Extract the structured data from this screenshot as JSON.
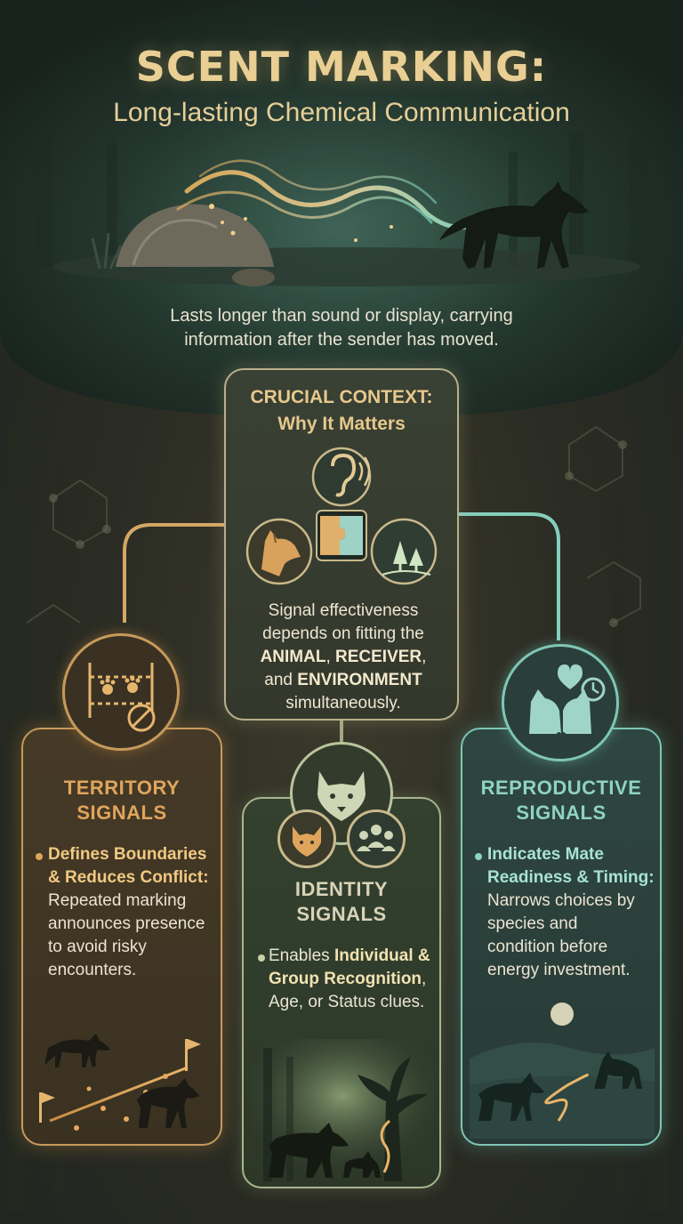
{
  "header": {
    "title": "SCENT MARKING:",
    "subtitle": "Long-lasting Chemical Communication",
    "intro_line1": "Lasts longer than sound or display, carrying",
    "intro_line2": "information after the sender has moved."
  },
  "context_card": {
    "title_line1": "CRUCIAL CONTEXT:",
    "title_line2": "Why It Matters",
    "body": {
      "p1": "Signal effectiveness depends on fitting the",
      "animal": "ANIMAL",
      "sep1": ", ",
      "receiver": "RECEIVER",
      "sep2": ",",
      "and": "and",
      "environment": "ENVIRONMENT",
      "p2": "simultaneously."
    },
    "icons": [
      "ear-icon",
      "puzzle-icon",
      "wolf-head-icon",
      "trees-icon"
    ]
  },
  "territory_card": {
    "title_line1": "TERRITORY",
    "title_line2": "SIGNALS",
    "bullet_heading_line1": "Defines Boundaries",
    "bullet_heading_line2": "& Reduces Conflict:",
    "text_line1": "Repeated marking",
    "text_line2": "announces presence",
    "text_line3": "to avoid risky",
    "text_line4": "encounters.",
    "accent": "#c79a5b",
    "title_color": "#e0a55c"
  },
  "identity_card": {
    "title_line1": "IDENTITY",
    "title_line2": "SIGNALS",
    "text_prefix": "Enables",
    "text_hl1": "Individual &",
    "text_hl2": "Group Recognition",
    "text_line3_suffix": ",",
    "text_line4": "Age, or Status clues.",
    "accent": "#a8b58d",
    "title_color": "#d9d3b8"
  },
  "reproductive_card": {
    "title_line1": "REPRODUCTIVE",
    "title_line2": "SIGNALS",
    "bullet_heading_line1": "Indicates Mate",
    "bullet_heading_line2": "Readiness & Timing:",
    "text_line1": "Narrows choices by",
    "text_line2": "species and",
    "text_line3": "condition before",
    "text_line4": "energy investment.",
    "accent": "#7fc6b6",
    "title_color": "#8fd3c2"
  }
}
